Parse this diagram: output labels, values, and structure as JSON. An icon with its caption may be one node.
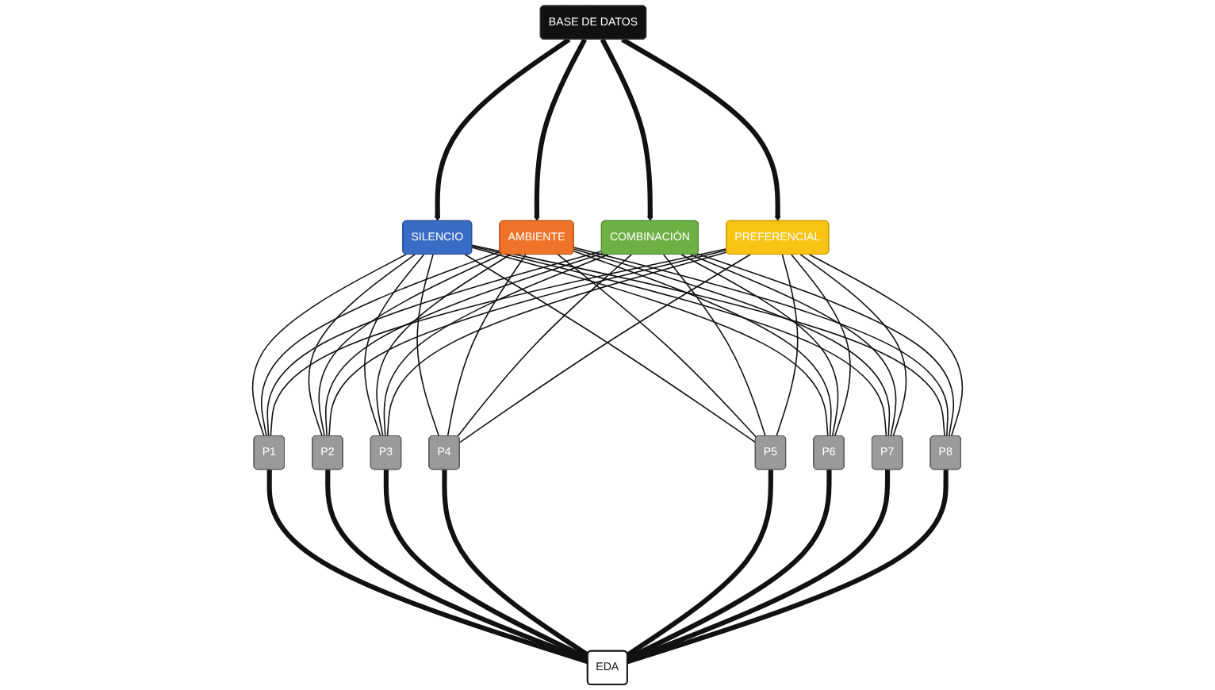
{
  "diagram": {
    "nodes": [
      {
        "text": [
          "BASE DE DATOS"
        ]
      },
      {
        "text": [
          "SILENCIO"
        ]
      },
      {
        "text": [
          "AMBIENTE"
        ]
      },
      {
        "text": [
          "COMBINACIÓN"
        ]
      },
      {
        "text": [
          "PREFERENCIAL"
        ]
      },
      {
        "text": [
          "P1"
        ]
      },
      {
        "text": [
          "P2"
        ]
      },
      {
        "text": [
          "P3"
        ]
      },
      {
        "text": [
          "P4"
        ]
      },
      {
        "text": [
          "P5"
        ]
      },
      {
        "text": [
          "P6"
        ]
      },
      {
        "text": [
          "P7"
        ]
      },
      {
        "text": [
          "P8"
        ]
      },
      {
        "text": [
          "EDA"
        ]
      }
    ],
    "edges": [
      {
        "from": 0,
        "to": 1,
        "arrow": "to",
        "style": "thick"
      },
      {
        "from": 0,
        "to": 2,
        "arrow": "to",
        "style": "thick"
      },
      {
        "from": 0,
        "to": 3,
        "arrow": "to",
        "style": "thick"
      },
      {
        "from": 0,
        "to": 4,
        "arrow": "to",
        "style": "thick"
      },
      {
        "from": 1,
        "to": 5,
        "arrow": "none"
      },
      {
        "from": 1,
        "to": 6,
        "arrow": "none"
      },
      {
        "from": 1,
        "to": 7,
        "arrow": "none"
      },
      {
        "from": 1,
        "to": 8,
        "arrow": "none"
      },
      {
        "from": 1,
        "to": 9,
        "arrow": "none"
      },
      {
        "from": 1,
        "to": 10,
        "arrow": "none"
      },
      {
        "from": 1,
        "to": 11,
        "arrow": "none"
      },
      {
        "from": 1,
        "to": 12,
        "arrow": "none"
      },
      {
        "from": 2,
        "to": 5,
        "arrow": "none"
      },
      {
        "from": 2,
        "to": 6,
        "arrow": "none"
      },
      {
        "from": 2,
        "to": 7,
        "arrow": "none"
      },
      {
        "from": 2,
        "to": 8,
        "arrow": "none"
      },
      {
        "from": 2,
        "to": 9,
        "arrow": "none"
      },
      {
        "from": 2,
        "to": 10,
        "arrow": "none"
      },
      {
        "from": 2,
        "to": 11,
        "arrow": "none"
      },
      {
        "from": 2,
        "to": 12,
        "arrow": "none"
      },
      {
        "from": 3,
        "to": 5,
        "arrow": "none"
      },
      {
        "from": 3,
        "to": 6,
        "arrow": "none"
      },
      {
        "from": 3,
        "to": 7,
        "arrow": "none"
      },
      {
        "from": 3,
        "to": 8,
        "arrow": "none"
      },
      {
        "from": 3,
        "to": 9,
        "arrow": "none"
      },
      {
        "from": 3,
        "to": 10,
        "arrow": "none"
      },
      {
        "from": 3,
        "to": 11,
        "arrow": "none"
      },
      {
        "from": 3,
        "to": 12,
        "arrow": "none"
      },
      {
        "from": 4,
        "to": 5,
        "arrow": "none"
      },
      {
        "from": 4,
        "to": 6,
        "arrow": "none"
      },
      {
        "from": 4,
        "to": 7,
        "arrow": "none"
      },
      {
        "from": 4,
        "to": 8,
        "arrow": "none"
      },
      {
        "from": 4,
        "to": 9,
        "arrow": "none"
      },
      {
        "from": 4,
        "to": 10,
        "arrow": "none"
      },
      {
        "from": 4,
        "to": 11,
        "arrow": "none"
      },
      {
        "from": 4,
        "to": 12,
        "arrow": "none"
      },
      {
        "from": 5,
        "to": 13,
        "arrow": "none",
        "style": "thick"
      },
      {
        "from": 6,
        "to": 13,
        "arrow": "none",
        "style": "thick"
      },
      {
        "from": 7,
        "to": 13,
        "arrow": "none",
        "style": "thick"
      },
      {
        "from": 8,
        "to": 13,
        "arrow": "none",
        "style": "thick"
      },
      {
        "from": 9,
        "to": 13,
        "arrow": "none",
        "style": "thick"
      },
      {
        "from": 10,
        "to": 13,
        "arrow": "none",
        "style": "thick"
      },
      {
        "from": 11,
        "to": 13,
        "arrow": "none",
        "style": "thick"
      },
      {
        "from": 12,
        "to": 13,
        "arrow": "none",
        "style": "thick"
      }
    ]
  }
}
